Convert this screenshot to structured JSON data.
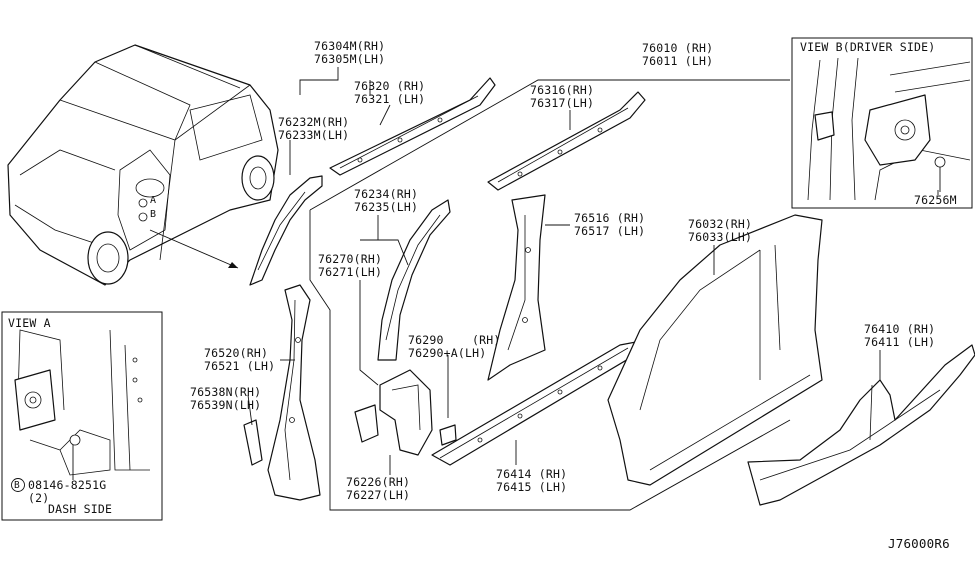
{
  "labels": {
    "p76304": "76304M(RH)",
    "p76305": "76305M(LH)",
    "p76320": "76320 (RH)",
    "p76321": "76321 (LH)",
    "p76232": "76232M(RH)",
    "p76233": "76233M(LH)",
    "p76010": "76010 (RH)",
    "p76011": "76011 (LH)",
    "p76316": "76316(RH)",
    "p76317": "76317(LH)",
    "p76234": "76234(RH)",
    "p76235": "76235(LH)",
    "p76270": "76270(RH)",
    "p76271": "76271(LH)",
    "p76516": "76516 (RH)",
    "p76517": "76517 (LH)",
    "p76032": "76032(RH)",
    "p76033": "76033(LH)",
    "p76290": "76290",
    "p76290rh": "(RH)",
    "p76290a": "76290+A(LH)",
    "p76520": "76520(RH)",
    "p76521": "76521 (LH)",
    "p76538": "76538N(RH)",
    "p76539": "76539N(LH)",
    "p76226": "76226(RH)",
    "p76227": "76227(LH)",
    "p76414": "76414 (RH)",
    "p76415": "76415 (LH)",
    "p76410": "76410 (RH)",
    "p76411": "76411 (LH)",
    "p76256": "76256M",
    "bolt": "08146-8251G",
    "bolt_qty": "(2)",
    "bolt_marker": "B",
    "marker_a": "A",
    "marker_b": "B"
  },
  "views": {
    "view_b_title": "VIEW B(DRIVER SIDE)",
    "view_a_title": "VIEW A",
    "dash_side": "DASH SIDE"
  },
  "diagram_code": "J76000R6"
}
